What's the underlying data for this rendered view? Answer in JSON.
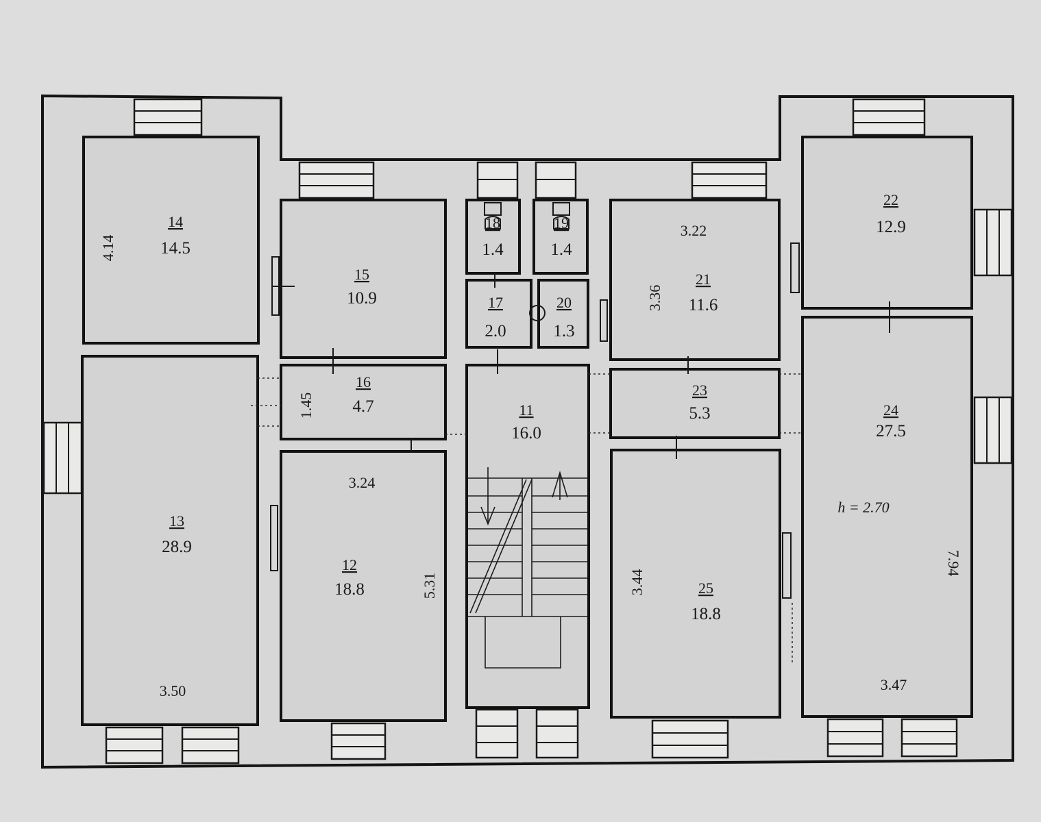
{
  "rooms": [
    {
      "id": "14",
      "area": "14.5"
    },
    {
      "id": "15",
      "area": "10.9"
    },
    {
      "id": "18",
      "area": "1.4"
    },
    {
      "id": "19",
      "area": "1.4"
    },
    {
      "id": "17",
      "area": "2.0"
    },
    {
      "id": "20",
      "area": "1.3"
    },
    {
      "id": "21",
      "area": "11.6"
    },
    {
      "id": "22",
      "area": "12.9"
    },
    {
      "id": "13",
      "area": "28.9"
    },
    {
      "id": "16",
      "area": "4.7"
    },
    {
      "id": "11",
      "area": "16.0"
    },
    {
      "id": "12",
      "area": "18.8"
    },
    {
      "id": "23",
      "area": "5.3"
    },
    {
      "id": "24",
      "area": "27.5"
    },
    {
      "id": "25",
      "area": "18.8"
    }
  ],
  "dimensions": {
    "room14_height": "4.14",
    "room21_width": "3.22",
    "room21_height": "3.36",
    "room16_height": "1.45",
    "room12_width": "3.24",
    "room12_height": "5.31",
    "room13_width": "3.50",
    "room25_height": "3.44",
    "room24_width": "3.47",
    "room24_height": "7.94",
    "ceiling_height": "h = 2.70"
  }
}
